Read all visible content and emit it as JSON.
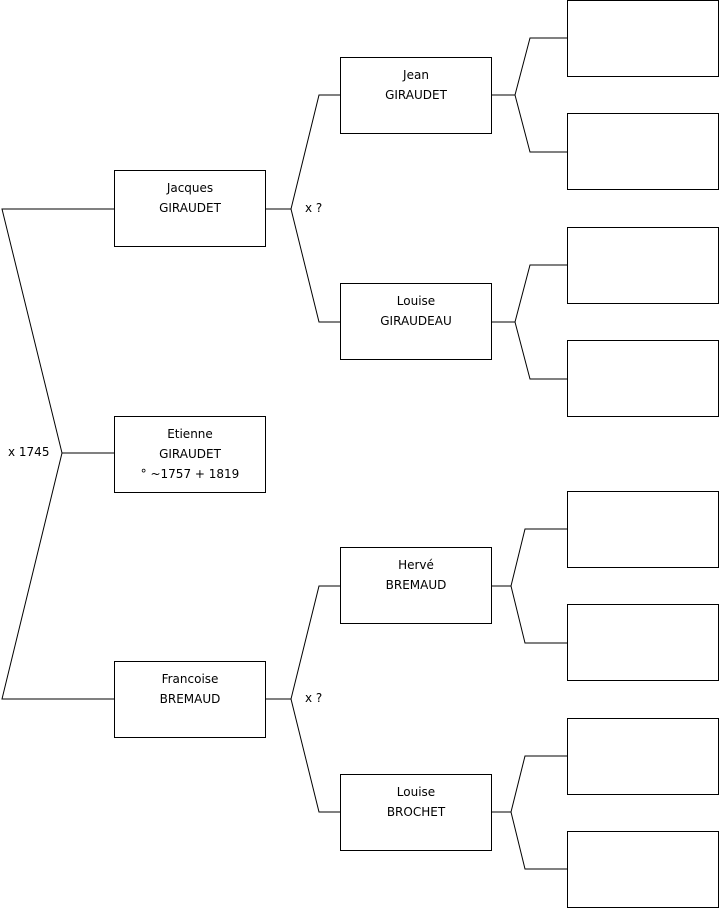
{
  "people": {
    "root": {
      "first": "Etienne",
      "last": "GIRAUDET",
      "dates": "° ~1757 + 1819"
    },
    "father": {
      "first": "Jacques",
      "last": "GIRAUDET"
    },
    "mother": {
      "first": "Francoise",
      "last": "BREMAUD"
    },
    "pgf": {
      "first": "Jean",
      "last": "GIRAUDET"
    },
    "pgm": {
      "first": "Louise",
      "last": "GIRAUDEAU"
    },
    "mgf": {
      "first": "Hervé",
      "last": "BREMAUD"
    },
    "mgm": {
      "first": "Louise",
      "last": "BROCHET"
    }
  },
  "marriages": {
    "parents": "x 1745",
    "paternal_grandparents": "x ?",
    "maternal_grandparents": "x ?"
  }
}
